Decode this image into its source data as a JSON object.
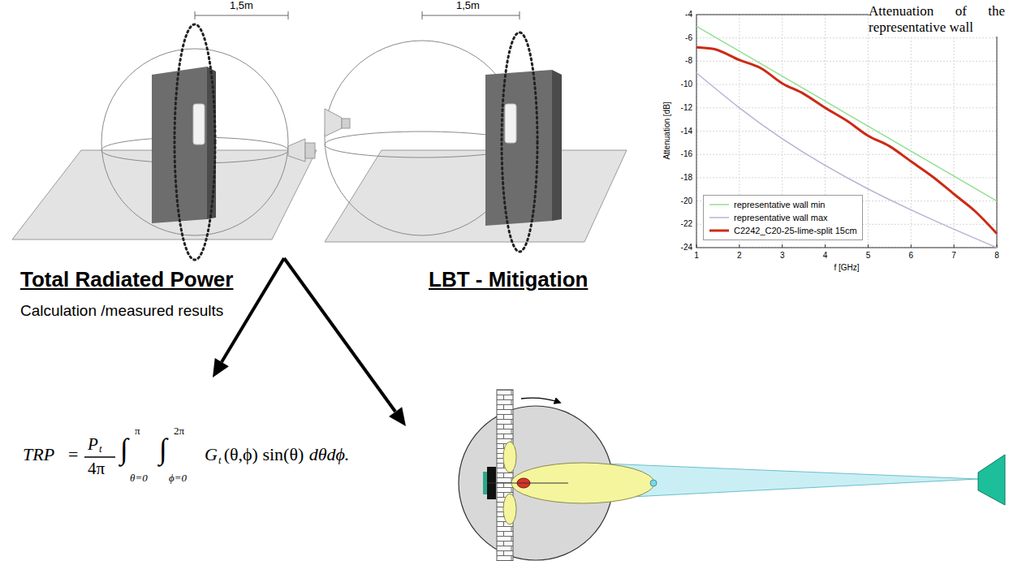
{
  "diagram": {
    "labels": [
      "1,5m",
      "1,5m",
      "Attenuation of the representative wall",
      "Total Radiated Power",
      "Calculation /measured results",
      "LBT - Mitigation",
      "-4",
      "-6",
      "-8",
      "-10",
      "-12",
      "-14",
      "-16",
      "-18",
      "-20",
      "-22",
      "-24",
      "1",
      "2",
      "3",
      "4",
      "5",
      "6",
      "7",
      "8",
      "Attenuation [dB]",
      "f [GHz]",
      "TRP",
      "=",
      "P",
      "t",
      "4π",
      "∫",
      "π",
      "θ=0",
      "∫",
      "2π",
      "ϕ=0",
      "G",
      "t",
      "(θ,ϕ) sin(θ)",
      "dθdϕ."
    ],
    "legend": [
      {
        "text": "representative wall min"
      },
      {
        "text": "representative wall max"
      },
      {
        "text": "C2242_C20-25-lime-split 15cm"
      }
    ]
  }
}
